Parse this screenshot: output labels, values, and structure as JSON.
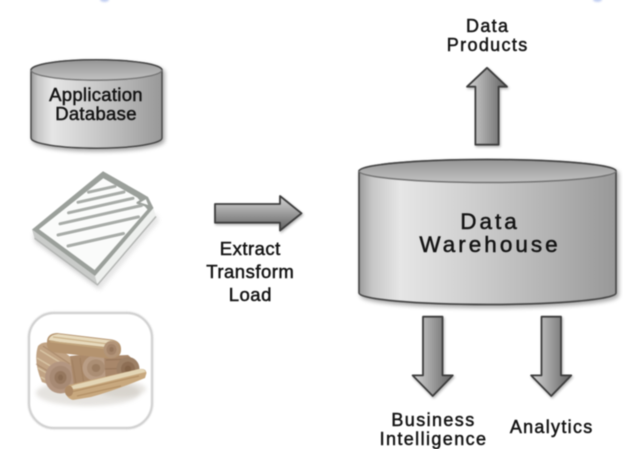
{
  "title": "ETL Data Warehouse diagram",
  "background": "#ffffff",
  "colors": {
    "bg": "#ffffff",
    "text": "#141414",
    "shape_light": "#ececec",
    "shape_dark": "#8f8f8f",
    "shape_stroke": "#454545",
    "doc_border": "#9ba09b",
    "log_brown": "#b08d72"
  },
  "nodes": {
    "application_database": {
      "shape": "cylinder",
      "label": "Application\nDatabase"
    },
    "documents": {
      "icon": "document-stack-icon"
    },
    "logs": {
      "icon": "wood-logs-photo"
    },
    "etl": {
      "shape": "arrow-right",
      "label": "Extract\nTransform\nLoad"
    },
    "data_warehouse": {
      "shape": "cylinder",
      "label": "Data\nWarehouse"
    },
    "data_products": {
      "shape": "arrow-up",
      "label": "Data\nProducts"
    },
    "business_intelligence": {
      "shape": "arrow-down",
      "label": "Business\nIntelligence"
    },
    "analytics": {
      "shape": "arrow-down",
      "label": "Analytics"
    }
  }
}
